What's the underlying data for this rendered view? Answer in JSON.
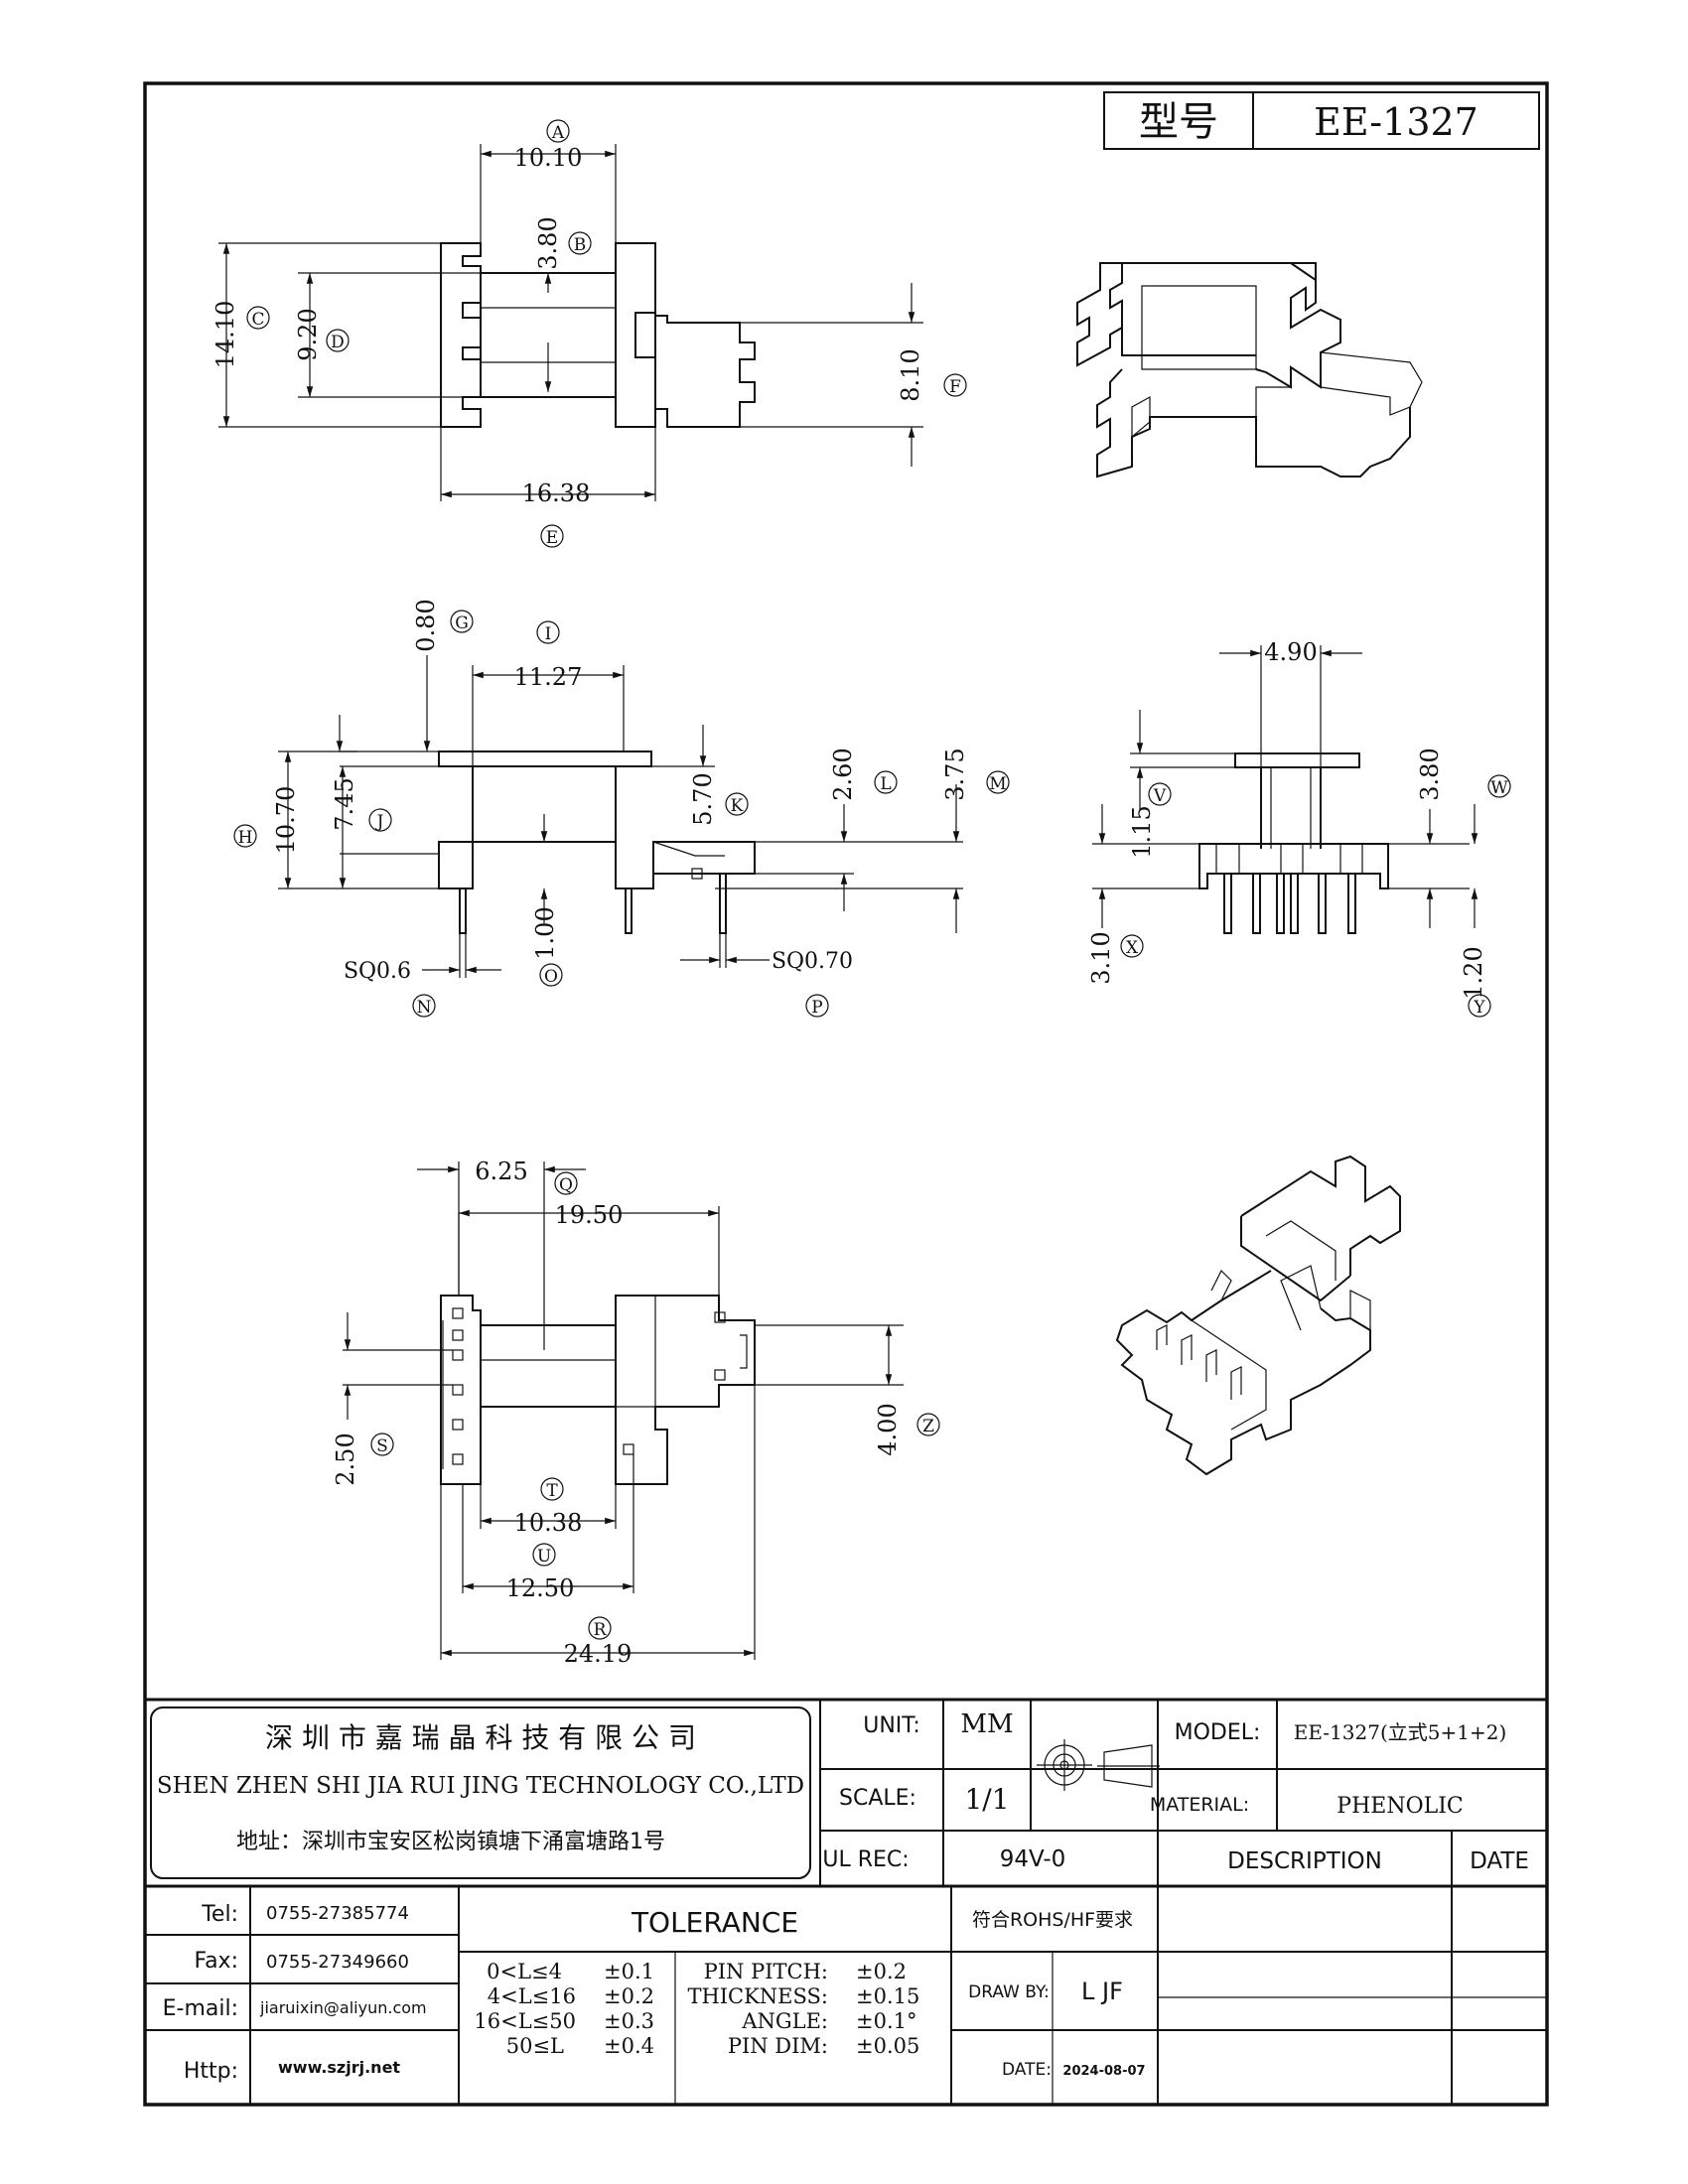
{
  "model_box": {
    "label": "型号",
    "value": "EE-1327"
  },
  "top_view": {
    "dims": [
      {
        "letter": "A",
        "value": "10.10"
      },
      {
        "letter": "B",
        "value": "3.80"
      },
      {
        "letter": "C",
        "value": "14.10"
      },
      {
        "letter": "D",
        "value": "9.20"
      },
      {
        "letter": "E",
        "value": "16.38"
      },
      {
        "letter": "F",
        "value": "8.10"
      }
    ]
  },
  "front_view": {
    "dims": [
      {
        "letter": "G",
        "value": "0.80"
      },
      {
        "letter": "I",
        "value": "11.27"
      },
      {
        "letter": "H",
        "value": "10.70"
      },
      {
        "letter": "J",
        "value": "7.45"
      },
      {
        "letter": "K",
        "value": "5.70"
      },
      {
        "letter": "L",
        "value": "2.60"
      },
      {
        "letter": "M",
        "value": "3.75"
      },
      {
        "letter": "O",
        "value": "1.00"
      },
      {
        "letter": "N",
        "value": "SQ0.6"
      },
      {
        "letter": "P",
        "value": "SQ0.70"
      }
    ]
  },
  "side_view": {
    "dims": [
      {
        "letter": "",
        "value": "4.90"
      },
      {
        "letter": "V",
        "value": "1.15"
      },
      {
        "letter": "W",
        "value": "3.80"
      },
      {
        "letter": "X",
        "value": "3.10"
      },
      {
        "letter": "Y",
        "value": "1.20"
      }
    ]
  },
  "bottom_view": {
    "dims": [
      {
        "letter": "Q",
        "value": "6.25"
      },
      {
        "letter": "",
        "value": "19.50"
      },
      {
        "letter": "S",
        "value": "2.50"
      },
      {
        "letter": "Z",
        "value": "4.00"
      },
      {
        "letter": "T",
        "value": "10.38"
      },
      {
        "letter": "U",
        "value": "12.50"
      },
      {
        "letter": "R",
        "value": "24.19"
      }
    ]
  },
  "company": {
    "name_cn": "深 圳 市 嘉 瑞 晶 科 技 有 限 公 司",
    "name_en": "SHEN ZHEN SHI   JIA RUI JING   TECHNOLOGY CO.,LTD",
    "address": "地址：深圳市宝安区松岗镇塘下涌富塘路1号"
  },
  "title_block": {
    "unit_label": "UNIT:",
    "unit_value": "MM",
    "scale_label": "SCALE:",
    "scale_value": "1/1",
    "ul_label": "UL REC:",
    "ul_value": "94V-0",
    "model_label": "MODEL:",
    "model_value": "EE-1327(立式5+1+2)",
    "material_label": "MATERIAL:",
    "material_value": "PHENOLIC",
    "description_label": "DESCRIPTION",
    "date_label": "DATE",
    "rohs_note": "符合ROHS/HF要求",
    "draw_by_label": "DRAW BY:",
    "draw_by_value": "L JF",
    "date_row_label": "DATE:",
    "date_row_value": "2024-08-07"
  },
  "contacts": [
    {
      "label": "Tel:",
      "value": "0755-27385774"
    },
    {
      "label": "Fax:",
      "value": "0755-27349660"
    },
    {
      "label": "E-mail:",
      "value": "jiaruixin@aliyun.com"
    },
    {
      "label": "Http:",
      "value": "www.szjrj.net"
    }
  ],
  "tolerance": {
    "title": "TOLERANCE",
    "ranges": [
      {
        "range": "0<L≤4",
        "tol": "±0.1"
      },
      {
        "range": "4<L≤16",
        "tol": "±0.2"
      },
      {
        "range": "16<L≤50",
        "tol": "±0.3"
      },
      {
        "range": "50≤L",
        "tol": "±0.4"
      }
    ],
    "specs": [
      {
        "label": "PIN PITCH:",
        "tol": "±0.2"
      },
      {
        "label": "THICKNESS:",
        "tol": "±0.15"
      },
      {
        "label": "ANGLE:",
        "tol": "±0.1°"
      },
      {
        "label": "PIN DIM:",
        "tol": "±0.05"
      }
    ]
  }
}
